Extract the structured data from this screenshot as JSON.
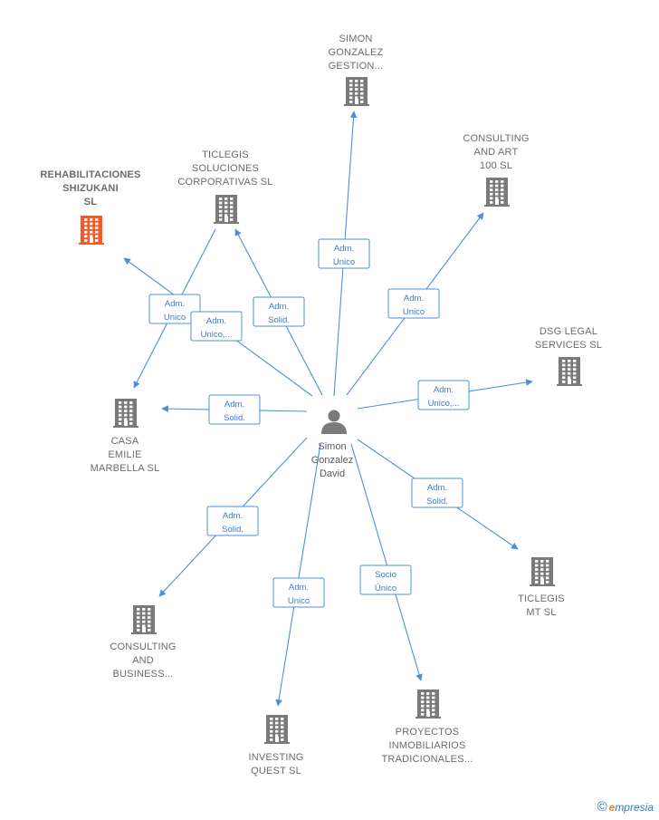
{
  "center": {
    "name_lines": [
      "Simon",
      "Gonzalez",
      "David"
    ],
    "icon": "person-icon"
  },
  "colors": {
    "edge": "#4a90e2",
    "edge_label": "#3b7ad1",
    "building": "#7a7a7a",
    "building_highlight": "#f05a28",
    "person": "#7a7a7a"
  },
  "nodes": [
    {
      "id": "simon-gonzalez-gestion",
      "lines": [
        "SIMON",
        "GONZALEZ",
        "GESTION..."
      ],
      "highlight": false
    },
    {
      "id": "consulting-and-art",
      "lines": [
        "CONSULTING",
        "AND ART",
        "100  SL"
      ],
      "highlight": false
    },
    {
      "id": "ticlegis-soluciones",
      "lines": [
        "TICLEGIS",
        "SOLUCIONES",
        "CORPORATIVAS SL"
      ],
      "highlight": false
    },
    {
      "id": "rehabilitaciones-shizukani",
      "lines": [
        "REHABILITACIONES",
        "SHIZUKANI",
        "SL"
      ],
      "highlight": true
    },
    {
      "id": "dsg-legal-services",
      "lines": [
        "DSG LEGAL",
        "SERVICES  SL"
      ],
      "highlight": false
    },
    {
      "id": "casa-emilie-marbella",
      "lines": [
        "CASA",
        "EMILIE",
        "MARBELLA  SL"
      ],
      "highlight": false
    },
    {
      "id": "ticlegis-mt",
      "lines": [
        "TICLEGIS",
        "MT  SL"
      ],
      "highlight": false
    },
    {
      "id": "consulting-and-business",
      "lines": [
        "CONSULTING",
        "AND",
        "BUSINESS..."
      ],
      "highlight": false
    },
    {
      "id": "investing-quest",
      "lines": [
        "INVESTING",
        "QUEST  SL"
      ],
      "highlight": false
    },
    {
      "id": "proyectos-inmobiliarios",
      "lines": [
        "PROYECTOS",
        "INMOBILIARIOS",
        "TRADICIONALES..."
      ],
      "highlight": false
    }
  ],
  "edges": [
    {
      "from": "center",
      "to": "simon-gonzalez-gestion",
      "label_lines": [
        "Adm.",
        "Unico"
      ]
    },
    {
      "from": "center",
      "to": "consulting-and-art",
      "label_lines": [
        "Adm.",
        "Unico"
      ]
    },
    {
      "from": "center",
      "to": "ticlegis-soluciones",
      "label_lines": [
        "Adm.",
        "Solid."
      ]
    },
    {
      "from": "ticlegis-soluciones",
      "to": "casa-emilie-marbella",
      "label_lines": [
        "Adm.",
        "Unico"
      ]
    },
    {
      "from": "center",
      "to": "rehabilitaciones-shizukani",
      "label_lines": [
        "Adm.",
        "Unico,..."
      ]
    },
    {
      "from": "center",
      "to": "dsg-legal-services",
      "label_lines": [
        "Adm.",
        "Unico,..."
      ]
    },
    {
      "from": "center",
      "to": "casa-emilie-marbella",
      "label_lines": [
        "Adm.",
        "Solid."
      ]
    },
    {
      "from": "center",
      "to": "ticlegis-mt",
      "label_lines": [
        "Adm.",
        "Solid."
      ]
    },
    {
      "from": "center",
      "to": "consulting-and-business",
      "label_lines": [
        "Adm.",
        "Solid."
      ]
    },
    {
      "from": "center",
      "to": "investing-quest",
      "label_lines": [
        "Adm.",
        "Unico"
      ]
    },
    {
      "from": "center",
      "to": "proyectos-inmobiliarios",
      "label_lines": [
        "Socio",
        "Único"
      ]
    }
  ],
  "watermark": {
    "copyright": "©",
    "brand_initial": "e",
    "brand_rest": "mpresia"
  }
}
